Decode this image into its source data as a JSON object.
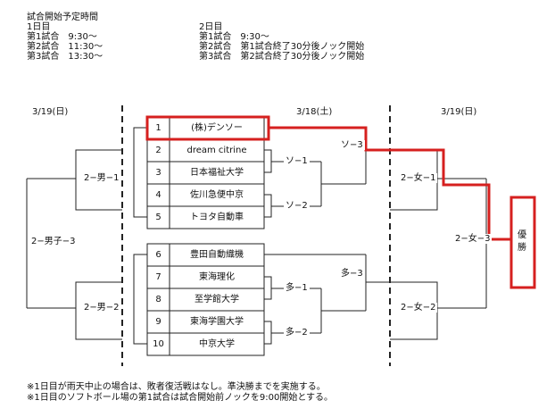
{
  "schedule": {
    "title": "試合開始予定時間",
    "day1": {
      "label": "1日目",
      "lines": [
        "第1試合　9:30～",
        "第2試合　11:30～",
        "第3試合　13:30～"
      ]
    },
    "day2": {
      "label": "2日目",
      "lines": [
        "第1試合　9:30～",
        "第2試合　第1試合終了30分後ノック開始",
        "第3試合　第2試合終了30分後ノック開始"
      ]
    }
  },
  "dates": {
    "left": "3/19(日)",
    "center": "3/18(土)",
    "right": "3/19(日)"
  },
  "teams": [
    {
      "no": "1",
      "name": "(株)デンソー",
      "highlighted": true
    },
    {
      "no": "2",
      "name": "dream citrine",
      "highlighted": false
    },
    {
      "no": "3",
      "name": "日本福祉大学",
      "highlighted": false
    },
    {
      "no": "4",
      "name": "佐川急便中京",
      "highlighted": false
    },
    {
      "no": "5",
      "name": "トヨタ自動車",
      "highlighted": false
    },
    {
      "no": "6",
      "name": "豊田自動織機",
      "highlighted": false
    },
    {
      "no": "7",
      "name": "東海理化",
      "highlighted": false
    },
    {
      "no": "8",
      "name": "至学館大学",
      "highlighted": false
    },
    {
      "no": "9",
      "name": "東海学園大学",
      "highlighted": false
    },
    {
      "no": "10",
      "name": "中京大学",
      "highlighted": false
    }
  ],
  "matches": {
    "so1": "ソ−1",
    "so2": "ソ−2",
    "so3": "ソ−3",
    "ta1": "多−1",
    "ta2": "多−2",
    "ta3": "多−3",
    "men1": "2−男−1",
    "men2": "2−男−2",
    "men3": "2−男子−3",
    "wom1": "2−女−1",
    "wom2": "2−女−2",
    "wom3": "2−女−3"
  },
  "champion": "優\n勝",
  "champion_chars": [
    "優",
    "勝"
  ],
  "notes": [
    "※1日目が雨天中止の場合は、敗者復活戦はなし。準決勝までを実施する。",
    "※1日目のソフトボール場の第1試合は試合開始前ノックを9:00開始とする。"
  ],
  "colors": {
    "highlight": "#d6201f",
    "line": "#222222"
  }
}
